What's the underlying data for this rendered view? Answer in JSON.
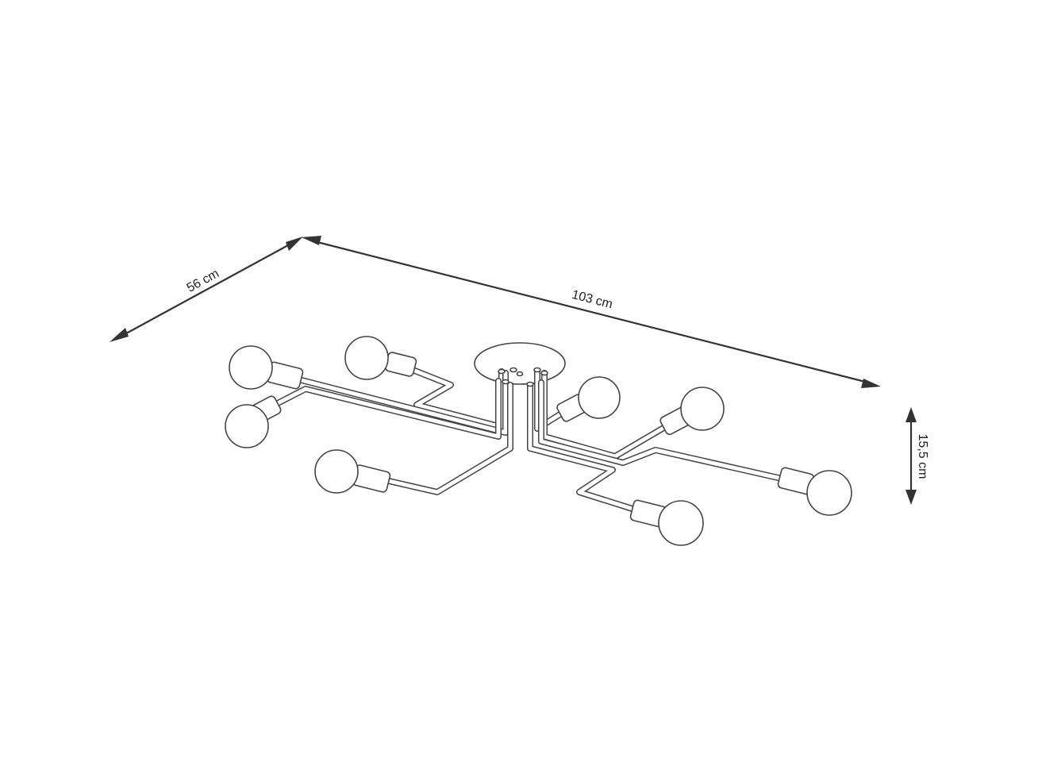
{
  "diagram": {
    "title": "",
    "dimensions": {
      "width_label": "103 cm",
      "depth_label": "56 cm",
      "height_label": "15,5 cm"
    },
    "colors": {
      "line": "#444444",
      "dimension": "#333333",
      "background": "#ffffff"
    }
  }
}
